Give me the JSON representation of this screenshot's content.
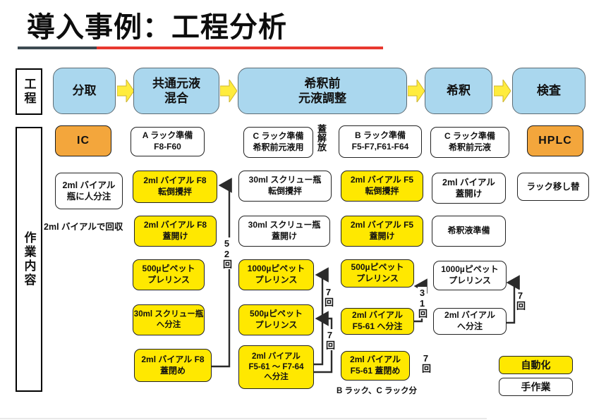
{
  "title": "導入事例：工程分析",
  "sidebar": {
    "process": "工程",
    "work": "作業内容"
  },
  "flow": {
    "s1": "分取",
    "s2": "共通元液\n混合",
    "s3": "希釈前\n元液調整",
    "s4": "希釈",
    "s5": "検査"
  },
  "prep": {
    "ic": "IC",
    "rack_a": "A ラック準備\nF8-F60",
    "rack_c_use": "C ラック準備\n希釈前元液用",
    "lid_release": "蓋解放",
    "rack_b": "B ラック準備\nF5-F7,F61-F64",
    "rack_c": "C ラック準備\n希釈前元液",
    "hplc": "HPLC"
  },
  "tasks": {
    "manual_fill": "2ml バイアル\n瓶に人分注",
    "recover_note": "2ml バイアルで回収",
    "f8_invert_mix": "2ml バイアル F8\n転倒攪拌",
    "f8_lid_open": "2ml バイアル F8\n蓋開け",
    "pipette500_prerinse_mix": "500µピペット\nプレリンス",
    "screw30_dispense": "30ml スクリュー瓶\nへ分注",
    "f8_lid_close": "2ml バイアル F8\n蓋閉め",
    "screw30_invert_mix": "30ml スクリュー瓶\n転倒攪拌",
    "screw30_lid_open": "30ml スクリュー瓶\n蓋開け",
    "pipette1000_prerinse_adj": "1000µピペット\nプレリンス",
    "pipette500_prerinse_adj": "500µピペット\nプレリンス",
    "f5_61_f7_64_dispense": "2ml バイアル\nF5-61 ～ F7-64\nへ分注",
    "f5_invert_mix": "2ml バイアル F5\n転倒攪拌",
    "f5_lid_open": "2ml バイアル F5\n蓋開け",
    "pipette500_prerinse_dil": "500µピペット\nプレリンス",
    "f5_61_dispense": "2ml バイアル\nF5-61 へ分注",
    "f5_61_lid_close": "2ml バイアル\nF5-61 蓋閉め",
    "rack_note": "B ラック、C ラック分",
    "vial_lid_open": "2ml バイアル\n蓋開け",
    "dilution_prep": "希釈液準備",
    "pipette1000_prerinse_insp": "1000µピペット\nプレリンス",
    "vial_dispense": "2ml バイアル\nへ分注",
    "rack_transfer": "ラック移し替"
  },
  "counts": {
    "c52": "52回",
    "c7_adj1": "7回",
    "c7_adj2": "7回",
    "c31": "31回",
    "c7_insp": "7回",
    "c7_close": "7回"
  },
  "legend": {
    "auto": "自動化",
    "manual": "手作業"
  },
  "colors": {
    "flow_blue": "#aad7ee",
    "arrow_yellow": "#ffec3d",
    "auto_yellow": "#ffe800",
    "accent_orange": "#f3a63c",
    "underline_dark": "#3d4a52",
    "underline_red": "#e8382f"
  }
}
